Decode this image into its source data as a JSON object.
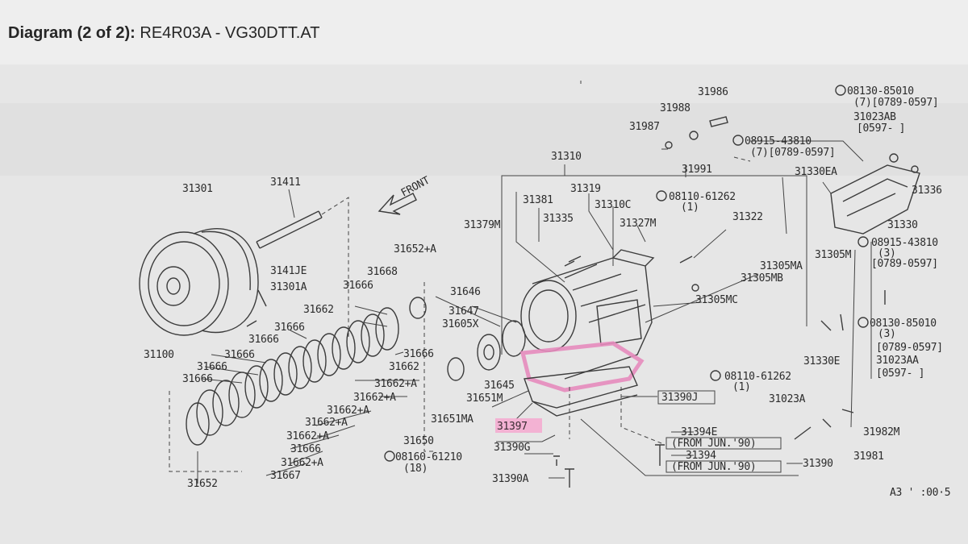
{
  "header": {
    "title_prefix": "Diagram (2 of 2):",
    "title_model": "RE4R03A - VG30DTT.AT"
  },
  "diagram": {
    "highlight_color": "#f4a8cf",
    "front_label": "FRONT",
    "highlighted_part": "31397",
    "corner_mark": "A3 ' :00·5",
    "labels": [
      "31986",
      "31988",
      "31987",
      "31310",
      "31991",
      "31319",
      "31381",
      "31310C",
      "31335",
      "31327M",
      "31322",
      "31379M",
      "08110-61262",
      "(1)",
      "31330EA",
      "31336",
      "31330",
      "08915-43810",
      "(3)",
      "[0789-0597]",
      "31305M",
      "31305MA",
      "31305MB",
      "31305MC",
      "08130-85010",
      "(7)[0789-0597]",
      "31023AB",
      "[0597-    ]",
      "08915-43810",
      "(7)[0789-0597]",
      "31301",
      "31411",
      "31301A",
      "3141JE",
      "31668",
      "31666",
      "31652+A",
      "31646",
      "31647",
      "31605X",
      "31662",
      "31666",
      "31666",
      "31100",
      "31666",
      "31666",
      "31666",
      "31666",
      "31662",
      "31662+A",
      "31662+A",
      "31662+A",
      "31662+A",
      "31662+A",
      "31666",
      "31662+A",
      "31667",
      "31652",
      "31645",
      "31651M",
      "31651MA",
      "31650",
      "31390G",
      "08160-61210",
      "(18)",
      "31390A",
      "31390J",
      "08110-61262",
      "(1)",
      "31023A",
      "31330E",
      "08130-85010",
      "(3)",
      "[0789-0597]",
      "31023AA",
      "[0597-    ]",
      "31394E",
      "(FROM JUN.'90)",
      "31394",
      "(FROM JUN.'90)",
      "31390",
      "31981",
      "31982M"
    ]
  }
}
